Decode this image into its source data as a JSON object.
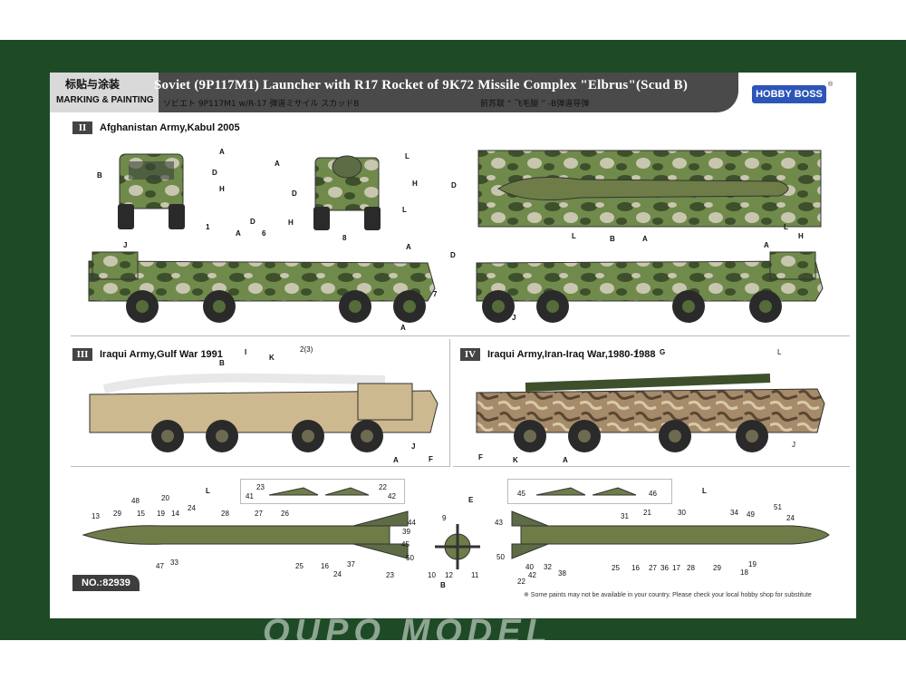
{
  "header": {
    "zh_label": "标贴与涂装",
    "en_label": "MARKING & PAINTING",
    "title": "Soviet (9P117M1) Launcher with R17 Rocket of 9K72 Missile Complex \"Elbrus\"(Scud B)",
    "subtitle_jp": "ソビエト 9P117M1 w/R-17 弾道ミサイル スカッドB",
    "subtitle_zh": "前苏联 “ 飞毛腿 ” -B弹道导弹",
    "logo": "HOBBY BOSS",
    "logo_mark": "®"
  },
  "sections": {
    "s2": {
      "roman": "II",
      "label": "Afghanistan Army,Kabul 2005"
    },
    "s3": {
      "roman": "III",
      "label": "Iraqui Army,Gulf War 1991"
    },
    "s4": {
      "roman": "IV",
      "label": "Iraqui Army,Iran-Iraq War,1980-1988"
    }
  },
  "footer": {
    "product_no": "NO.:82939",
    "note": "※ Some paints may not be available in your country. Please check your local hobby shop for substitute"
  },
  "watermark": "OUPO MODEL",
  "colors": {
    "green_bg": "#1e4b26",
    "header_dark": "#4a4a4a",
    "logo_blue": "#2c55b8",
    "camo_green": "#6f8a4a",
    "camo_dark": "#3e4f2c",
    "camo_light": "#c9c6b0",
    "sand": "#cdb98f",
    "brown_camo": "#a58b6a",
    "tire": "#2a2a2a",
    "missile_green": "#6e7d48"
  },
  "callouts": {
    "s2": [
      "A",
      "B",
      "D",
      "H",
      "J",
      "1",
      "A",
      "D",
      "6",
      "H",
      "A",
      "7",
      "A",
      "L",
      "H",
      "D",
      "8",
      "L",
      "A",
      "D",
      "L",
      "B",
      "A",
      "D",
      "J",
      "A",
      "L",
      "H"
    ],
    "s3": [
      "B",
      "I",
      "K",
      "2(3)",
      "J",
      "A",
      "F"
    ],
    "s4": [
      "I",
      "G",
      "L",
      "F",
      "K",
      "A",
      "J"
    ],
    "s5_left": [
      "13",
      "29",
      "48",
      "15",
      "19",
      "20",
      "14",
      "24",
      "L",
      "28",
      "27",
      "26",
      "47",
      "33",
      "25",
      "16",
      "24",
      "37",
      "44",
      "39",
      "45",
      "50",
      "23"
    ],
    "s5_center": [
      "9",
      "E",
      "10",
      "12",
      "11",
      "B",
      "43"
    ],
    "s5_right": [
      "31",
      "21",
      "30",
      "34",
      "49",
      "51",
      "24",
      "50",
      "40",
      "32",
      "38",
      "25",
      "16",
      "27",
      "36",
      "17",
      "28",
      "29",
      "18",
      "19",
      "22",
      "42",
      "L"
    ],
    "decal_box_left": [
      "23",
      "22",
      "41",
      "42"
    ],
    "decal_box_right": [
      "45",
      "46"
    ]
  }
}
